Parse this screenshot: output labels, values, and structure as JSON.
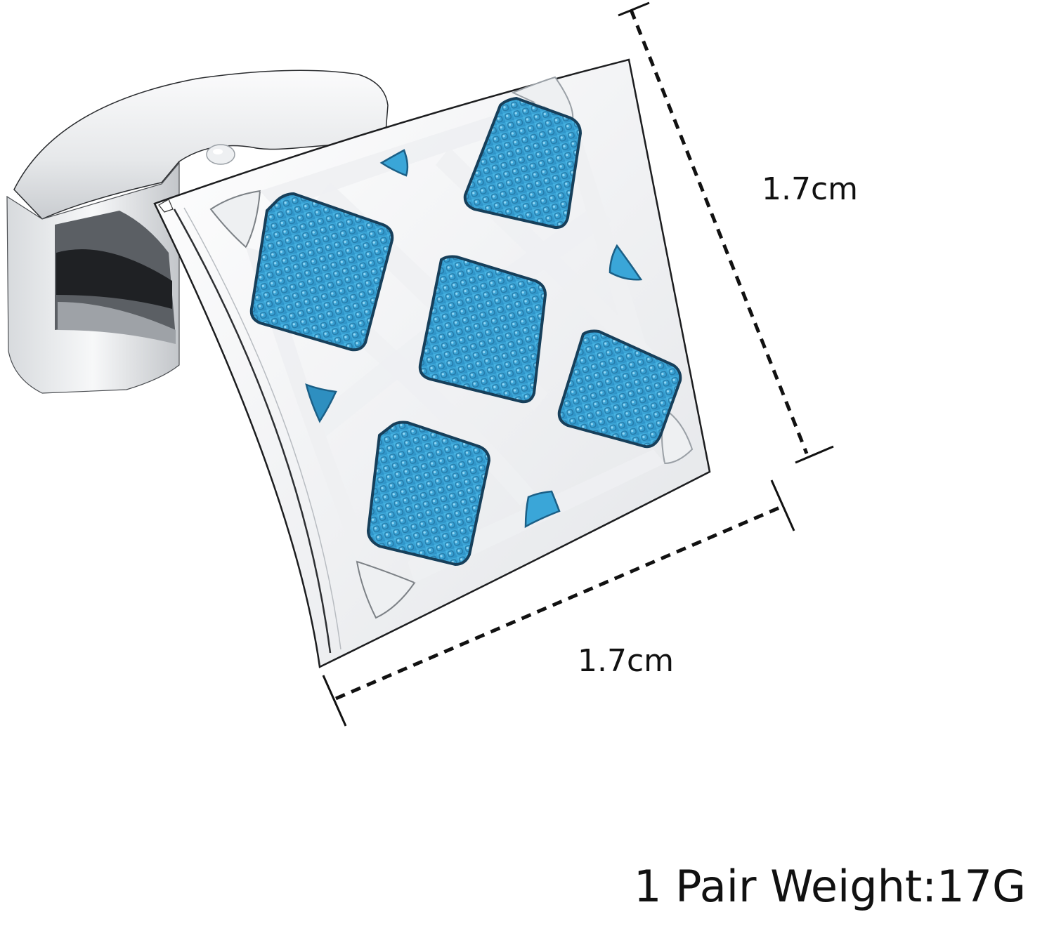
{
  "product": {
    "name": "cufflink",
    "finish": "polished silver",
    "inlay_pattern": "argyle diamond grid with textured blue enamel squares"
  },
  "dimensions": {
    "height_label": "1.7cm",
    "width_label": "1.7cm"
  },
  "weight": {
    "label": "1 Pair Weight:17G"
  },
  "colors": {
    "background": "#ffffff",
    "silver_light": "#f4f5f7",
    "silver_mid": "#d9dce0",
    "silver_dark": "#8c9096",
    "enamel_white": "#eef0f2",
    "enamel_blue": "#3aa6d8",
    "enamel_blue_dark": "#1b5f86",
    "text": "#111111",
    "dimension_line": "#111111"
  }
}
